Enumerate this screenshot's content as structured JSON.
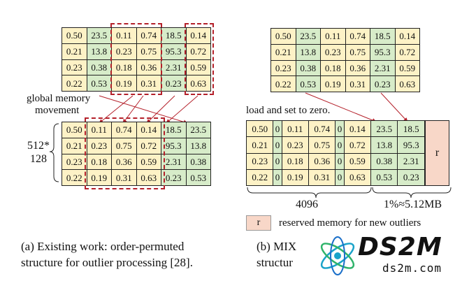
{
  "panel_a": {
    "source_rows": [
      [
        "0.50",
        "23.5",
        "0.11",
        "0.74",
        "18.5",
        "0.14"
      ],
      [
        "0.21",
        "13.8",
        "0.23",
        "0.75",
        "95.3",
        "0.72"
      ],
      [
        "0.23",
        "0.38",
        "0.18",
        "0.36",
        "2.31",
        "0.59"
      ],
      [
        "0.22",
        "0.53",
        "0.19",
        "0.31",
        "0.23",
        "0.63"
      ]
    ],
    "source_colors": [
      "y",
      "g",
      "y",
      "y",
      "g",
      "y"
    ],
    "target_rows": [
      [
        "0.50",
        "0.11",
        "0.74",
        "0.14",
        "18.5",
        "23.5"
      ],
      [
        "0.21",
        "0.23",
        "0.75",
        "0.72",
        "95.3",
        "13.8"
      ],
      [
        "0.23",
        "0.18",
        "0.36",
        "0.59",
        "2.31",
        "0.38"
      ],
      [
        "0.22",
        "0.19",
        "0.31",
        "0.63",
        "0.23",
        "0.53"
      ]
    ],
    "target_colors": [
      "y",
      "y",
      "y",
      "y",
      "g",
      "g"
    ],
    "movement_label_line1": "global memory",
    "movement_label_line2": "movement",
    "dim_label_line1": "512*",
    "dim_label_line2": "128",
    "caption_line1": "(a) Existing work: order-permuted",
    "caption_line2": "structure for outlier processing [28]."
  },
  "panel_b": {
    "source_rows": [
      [
        "0.50",
        "23.5",
        "0.11",
        "0.74",
        "18.5",
        "0.14"
      ],
      [
        "0.21",
        "13.8",
        "0.23",
        "0.75",
        "95.3",
        "0.72"
      ],
      [
        "0.23",
        "0.38",
        "0.18",
        "0.36",
        "2.31",
        "0.59"
      ],
      [
        "0.22",
        "0.53",
        "0.19",
        "0.31",
        "0.23",
        "0.63"
      ]
    ],
    "source_colors": [
      "y",
      "g",
      "y",
      "y",
      "g",
      "y"
    ],
    "target_rows": [
      [
        "0.50",
        "0",
        "0.11",
        "0.74",
        "0",
        "0.14",
        "23.5",
        "18.5"
      ],
      [
        "0.21",
        "0",
        "0.23",
        "0.75",
        "0",
        "0.72",
        "13.8",
        "95.3"
      ],
      [
        "0.23",
        "0",
        "0.18",
        "0.36",
        "0",
        "0.59",
        "0.38",
        "2.31"
      ],
      [
        "0.22",
        "0",
        "0.19",
        "0.31",
        "0",
        "0.63",
        "0.53",
        "0.23"
      ]
    ],
    "target_colors": [
      "y",
      "g",
      "y",
      "y",
      "g",
      "y",
      "g",
      "g"
    ],
    "reserved_cell": "r",
    "load_label": "load and set to zero.",
    "width_label": "4096",
    "reserved_label": "1%≈5.12MB",
    "legend_symbol": "r",
    "legend_text": "reserved memory for new outliers",
    "caption_line1": "(b) MIX",
    "caption_line2": "structur"
  },
  "watermark": {
    "word": "DS2M",
    "sub": "ds2m.com"
  },
  "colors": {
    "normal_cell": "#fdf2c6",
    "outlier_cell": "#d7ecc9",
    "reserved_cell": "#f8d7c8",
    "dashed_box": "#b4202a",
    "arrow": "#b4202a"
  }
}
